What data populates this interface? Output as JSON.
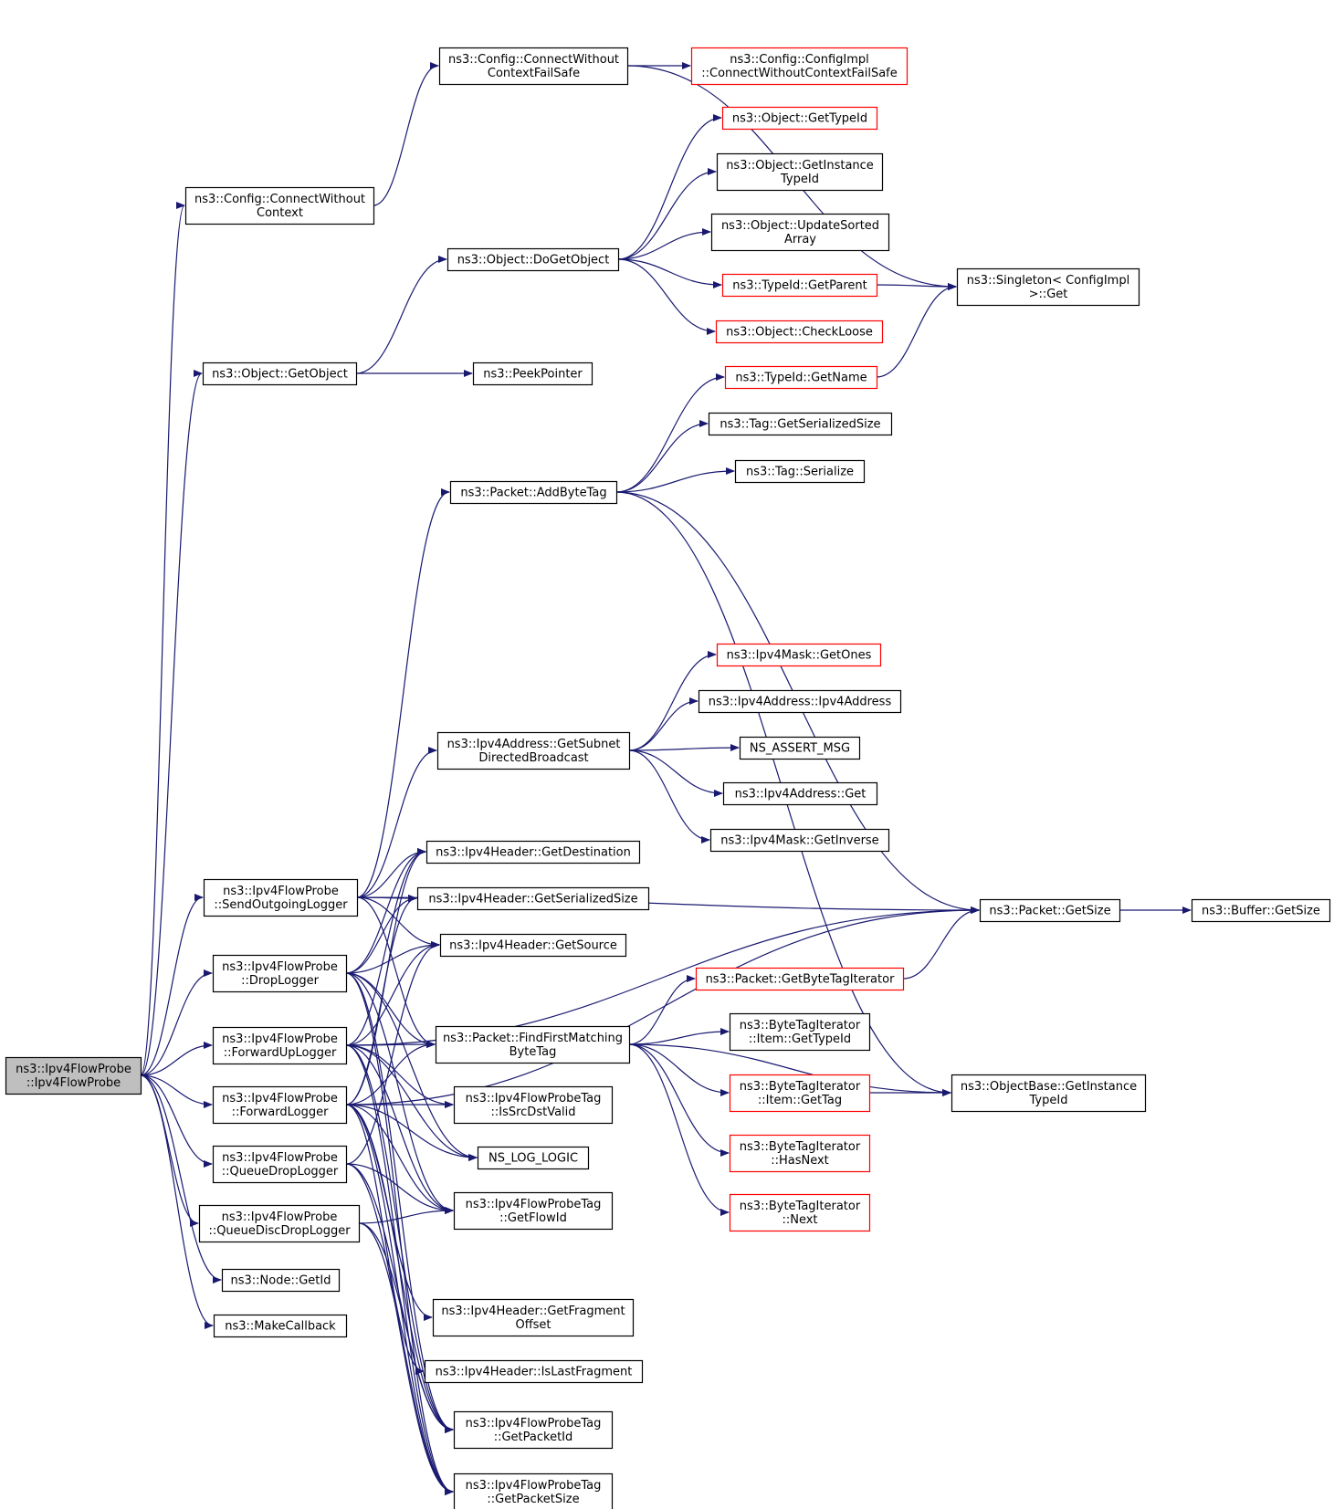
{
  "diagram": {
    "colors": {
      "edge": "#191970",
      "node_border": "#000000",
      "truncated_border": "#ff0000",
      "root_fill": "#bfbfbf",
      "node_fill": "#ffffff"
    },
    "nodes": [
      {
        "id": "root",
        "lines": [
          "ns3::Ipv4FlowProbe",
          "::Ipv4FlowProbe"
        ],
        "style": "root"
      },
      {
        "id": "cwcfs",
        "lines": [
          "ns3::Config::ConnectWithout",
          "ContextFailSafe"
        ],
        "style": "normal"
      },
      {
        "id": "cicwcfs",
        "lines": [
          "ns3::Config::ConfigImpl",
          "::ConnectWithoutContextFailSafe"
        ],
        "style": "truncated"
      },
      {
        "id": "cwc",
        "lines": [
          "ns3::Config::ConnectWithout",
          "Context"
        ],
        "style": "normal"
      },
      {
        "id": "objgettypeid",
        "lines": [
          "ns3::Object::GetTypeId"
        ],
        "style": "truncated"
      },
      {
        "id": "objgetinst",
        "lines": [
          "ns3::Object::GetInstance",
          "TypeId"
        ],
        "style": "normal"
      },
      {
        "id": "objupdate",
        "lines": [
          "ns3::Object::UpdateSorted",
          "Array"
        ],
        "style": "normal"
      },
      {
        "id": "dogetobject",
        "lines": [
          "ns3::Object::DoGetObject"
        ],
        "style": "normal"
      },
      {
        "id": "typeidgetparent",
        "lines": [
          "ns3::TypeId::GetParent"
        ],
        "style": "truncated"
      },
      {
        "id": "singleton",
        "lines": [
          "ns3::Singleton< ConfigImpl",
          ">::Get"
        ],
        "style": "normal"
      },
      {
        "id": "checkloose",
        "lines": [
          "ns3::Object::CheckLoose"
        ],
        "style": "truncated"
      },
      {
        "id": "getobject",
        "lines": [
          "ns3::Object::GetObject"
        ],
        "style": "normal"
      },
      {
        "id": "peekpointer",
        "lines": [
          "ns3::PeekPointer"
        ],
        "style": "normal"
      },
      {
        "id": "typeidgetname",
        "lines": [
          "ns3::TypeId::GetName"
        ],
        "style": "truncated"
      },
      {
        "id": "taggetser",
        "lines": [
          "ns3::Tag::GetSerializedSize"
        ],
        "style": "normal"
      },
      {
        "id": "tagser",
        "lines": [
          "ns3::Tag::Serialize"
        ],
        "style": "normal"
      },
      {
        "id": "addbytetag",
        "lines": [
          "ns3::Packet::AddByteTag"
        ],
        "style": "normal"
      },
      {
        "id": "maskgetones",
        "lines": [
          "ns3::Ipv4Mask::GetOnes"
        ],
        "style": "truncated"
      },
      {
        "id": "ipv4addr",
        "lines": [
          "ns3::Ipv4Address::Ipv4Address"
        ],
        "style": "normal"
      },
      {
        "id": "subnetbcast",
        "lines": [
          "ns3::Ipv4Address::GetSubnet",
          "DirectedBroadcast"
        ],
        "style": "normal"
      },
      {
        "id": "assertmsg",
        "lines": [
          "NS_ASSERT_MSG"
        ],
        "style": "normal"
      },
      {
        "id": "ipv4addrget",
        "lines": [
          "ns3::Ipv4Address::Get"
        ],
        "style": "normal"
      },
      {
        "id": "maskgetinv",
        "lines": [
          "ns3::Ipv4Mask::GetInverse"
        ],
        "style": "normal"
      },
      {
        "id": "hdrgetdst",
        "lines": [
          "ns3::Ipv4Header::GetDestination"
        ],
        "style": "normal"
      },
      {
        "id": "sendout",
        "lines": [
          "ns3::Ipv4FlowProbe",
          "::SendOutgoingLogger"
        ],
        "style": "normal"
      },
      {
        "id": "hdrgetser",
        "lines": [
          "ns3::Ipv4Header::GetSerializedSize"
        ],
        "style": "normal"
      },
      {
        "id": "pktgetsize",
        "lines": [
          "ns3::Packet::GetSize"
        ],
        "style": "normal"
      },
      {
        "id": "bufgetsize",
        "lines": [
          "ns3::Buffer::GetSize"
        ],
        "style": "normal"
      },
      {
        "id": "hdrgetsrc",
        "lines": [
          "ns3::Ipv4Header::GetSource"
        ],
        "style": "normal"
      },
      {
        "id": "droplogger",
        "lines": [
          "ns3::Ipv4FlowProbe",
          "::DropLogger"
        ],
        "style": "normal"
      },
      {
        "id": "getbytetagit",
        "lines": [
          "ns3::Packet::GetByteTagIterator"
        ],
        "style": "truncated"
      },
      {
        "id": "fwdup",
        "lines": [
          "ns3::Ipv4FlowProbe",
          "::ForwardUpLogger"
        ],
        "style": "normal"
      },
      {
        "id": "findfirst",
        "lines": [
          "ns3::Packet::FindFirstMatching",
          "ByteTag"
        ],
        "style": "normal"
      },
      {
        "id": "itemgettypeid",
        "lines": [
          "ns3::ByteTagIterator",
          "::Item::GetTypeId"
        ],
        "style": "normal"
      },
      {
        "id": "itemgettag",
        "lines": [
          "ns3::ByteTagIterator",
          "::Item::GetTag"
        ],
        "style": "truncated"
      },
      {
        "id": "objbasegetinst",
        "lines": [
          "ns3::ObjectBase::GetInstance",
          "TypeId"
        ],
        "style": "normal"
      },
      {
        "id": "fwdlogger",
        "lines": [
          "ns3::Ipv4FlowProbe",
          "::ForwardLogger"
        ],
        "style": "normal"
      },
      {
        "id": "issrcdst",
        "lines": [
          "ns3::Ipv4FlowProbeTag",
          "::IsSrcDstValid"
        ],
        "style": "normal"
      },
      {
        "id": "hasnext",
        "lines": [
          "ns3::ByteTagIterator",
          "::HasNext"
        ],
        "style": "truncated"
      },
      {
        "id": "nslog",
        "lines": [
          "NS_LOG_LOGIC"
        ],
        "style": "normal"
      },
      {
        "id": "qdrop",
        "lines": [
          "ns3::Ipv4FlowProbe",
          "::QueueDropLogger"
        ],
        "style": "normal"
      },
      {
        "id": "getflowid",
        "lines": [
          "ns3::Ipv4FlowProbeTag",
          "::GetFlowId"
        ],
        "style": "normal"
      },
      {
        "id": "itnext",
        "lines": [
          "ns3::ByteTagIterator",
          "::Next"
        ],
        "style": "truncated"
      },
      {
        "id": "qdiscdrop",
        "lines": [
          "ns3::Ipv4FlowProbe",
          "::QueueDiscDropLogger"
        ],
        "style": "normal"
      },
      {
        "id": "nodegetid",
        "lines": [
          "ns3::Node::GetId"
        ],
        "style": "normal"
      },
      {
        "id": "makecallback",
        "lines": [
          "ns3::MakeCallback"
        ],
        "style": "normal"
      },
      {
        "id": "hdrgetfrag",
        "lines": [
          "ns3::Ipv4Header::GetFragment",
          "Offset"
        ],
        "style": "normal"
      },
      {
        "id": "hdrislast",
        "lines": [
          "ns3::Ipv4Header::IsLastFragment"
        ],
        "style": "normal"
      },
      {
        "id": "getpktid",
        "lines": [
          "ns3::Ipv4FlowProbeTag",
          "::GetPacketId"
        ],
        "style": "normal"
      },
      {
        "id": "getpktsize",
        "lines": [
          "ns3::Ipv4FlowProbeTag",
          "::GetPacketSize"
        ],
        "style": "normal"
      }
    ],
    "edges": [
      [
        "root",
        "cwc"
      ],
      [
        "root",
        "getobject"
      ],
      [
        "root",
        "sendout"
      ],
      [
        "root",
        "droplogger"
      ],
      [
        "root",
        "fwdup"
      ],
      [
        "root",
        "fwdlogger"
      ],
      [
        "root",
        "qdrop"
      ],
      [
        "root",
        "qdiscdrop"
      ],
      [
        "root",
        "nodegetid"
      ],
      [
        "root",
        "makecallback"
      ],
      [
        "cwc",
        "cwcfs"
      ],
      [
        "cwcfs",
        "cicwcfs"
      ],
      [
        "cwcfs",
        "singleton"
      ],
      [
        "getobject",
        "dogetobject"
      ],
      [
        "getobject",
        "peekpointer"
      ],
      [
        "dogetobject",
        "objgettypeid"
      ],
      [
        "dogetobject",
        "objgetinst"
      ],
      [
        "dogetobject",
        "objupdate"
      ],
      [
        "dogetobject",
        "typeidgetparent"
      ],
      [
        "dogetobject",
        "checkloose"
      ],
      [
        "typeidgetparent",
        "singleton"
      ],
      [
        "typeidgetname",
        "singleton"
      ],
      [
        "addbytetag",
        "typeidgetname"
      ],
      [
        "addbytetag",
        "taggetser"
      ],
      [
        "addbytetag",
        "tagser"
      ],
      [
        "addbytetag",
        "pktgetsize"
      ],
      [
        "addbytetag",
        "objbasegetinst"
      ],
      [
        "subnetbcast",
        "maskgetones"
      ],
      [
        "subnetbcast",
        "ipv4addr"
      ],
      [
        "subnetbcast",
        "assertmsg"
      ],
      [
        "subnetbcast",
        "ipv4addrget"
      ],
      [
        "subnetbcast",
        "maskgetinv"
      ],
      [
        "sendout",
        "addbytetag"
      ],
      [
        "sendout",
        "pktgetsize"
      ],
      [
        "sendout",
        "hdrgetdst"
      ],
      [
        "sendout",
        "hdrgetser"
      ],
      [
        "sendout",
        "hdrgetsrc"
      ],
      [
        "sendout",
        "findfirst"
      ],
      [
        "sendout",
        "subnetbcast"
      ],
      [
        "droplogger",
        "hdrgetdst"
      ],
      [
        "droplogger",
        "hdrgetser"
      ],
      [
        "droplogger",
        "hdrgetsrc"
      ],
      [
        "droplogger",
        "findfirst"
      ],
      [
        "droplogger",
        "getflowid"
      ],
      [
        "droplogger",
        "getpktid"
      ],
      [
        "droplogger",
        "getpktsize"
      ],
      [
        "droplogger",
        "nslog"
      ],
      [
        "fwdup",
        "pktgetsize"
      ],
      [
        "fwdup",
        "findfirst"
      ],
      [
        "fwdup",
        "hdrgetdst"
      ],
      [
        "fwdup",
        "hdrgetsrc"
      ],
      [
        "fwdup",
        "issrcdst"
      ],
      [
        "fwdup",
        "nslog"
      ],
      [
        "fwdup",
        "getflowid"
      ],
      [
        "fwdup",
        "getpktid"
      ],
      [
        "fwdup",
        "getpktsize"
      ],
      [
        "fwdlogger",
        "findfirst"
      ],
      [
        "fwdlogger",
        "hdrgetdst"
      ],
      [
        "fwdlogger",
        "hdrgetser"
      ],
      [
        "fwdlogger",
        "issrcdst"
      ],
      [
        "fwdlogger",
        "nslog"
      ],
      [
        "fwdlogger",
        "getflowid"
      ],
      [
        "fwdlogger",
        "pktgetsize"
      ],
      [
        "fwdlogger",
        "hdrgetfrag"
      ],
      [
        "fwdlogger",
        "hdrislast"
      ],
      [
        "fwdlogger",
        "getpktid"
      ],
      [
        "fwdlogger",
        "getpktsize"
      ],
      [
        "qdrop",
        "hdrgetsrc"
      ],
      [
        "qdrop",
        "getflowid"
      ],
      [
        "qdrop",
        "getpktid"
      ],
      [
        "qdrop",
        "getpktsize"
      ],
      [
        "qdiscdrop",
        "getflowid"
      ],
      [
        "qdiscdrop",
        "getpktid"
      ],
      [
        "qdiscdrop",
        "getpktsize"
      ],
      [
        "pktgetsize",
        "bufgetsize"
      ],
      [
        "findfirst",
        "getbytetagit"
      ],
      [
        "findfirst",
        "itemgettypeid"
      ],
      [
        "findfirst",
        "itemgettag"
      ],
      [
        "findfirst",
        "hasnext"
      ],
      [
        "findfirst",
        "itnext"
      ],
      [
        "findfirst",
        "objbasegetinst"
      ],
      [
        "getbytetagit",
        "pktgetsize"
      ],
      [
        "itemgettag",
        "objbasegetinst"
      ]
    ]
  }
}
